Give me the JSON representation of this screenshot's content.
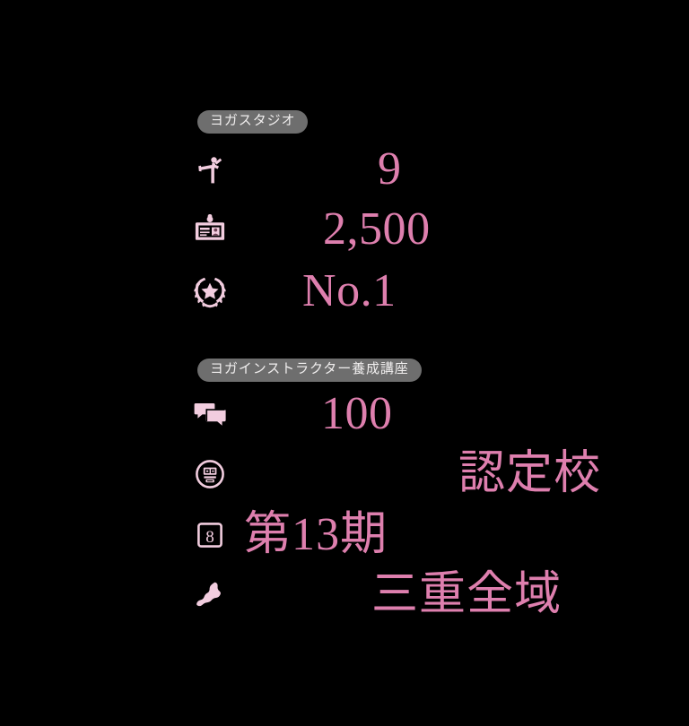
{
  "theme": {
    "background": "#000000",
    "value_pink": "#de7fae",
    "icon_pink": "#f2cddf",
    "badge_gray": "#6e6e6e",
    "badge_text": "#f0eeee"
  },
  "sections": [
    {
      "badge_label": "ヨガスタジオ",
      "stats": [
        {
          "icon": "yoga-pose-icon",
          "value": "9"
        },
        {
          "icon": "id-card-icon",
          "value": "2,500"
        },
        {
          "icon": "laurel-wreath-award-icon",
          "value": "No.1"
        }
      ]
    },
    {
      "badge_label": "ヨガインストラクター養成講座",
      "stats": [
        {
          "icon": "chat-bubbles-icon",
          "value": "100"
        },
        {
          "icon": "certification-seal-icon",
          "value": "認定校"
        },
        {
          "icon": "numbered-square-icon",
          "value": "第13期"
        },
        {
          "icon": "map-region-icon",
          "value": "三重全域"
        }
      ]
    }
  ]
}
